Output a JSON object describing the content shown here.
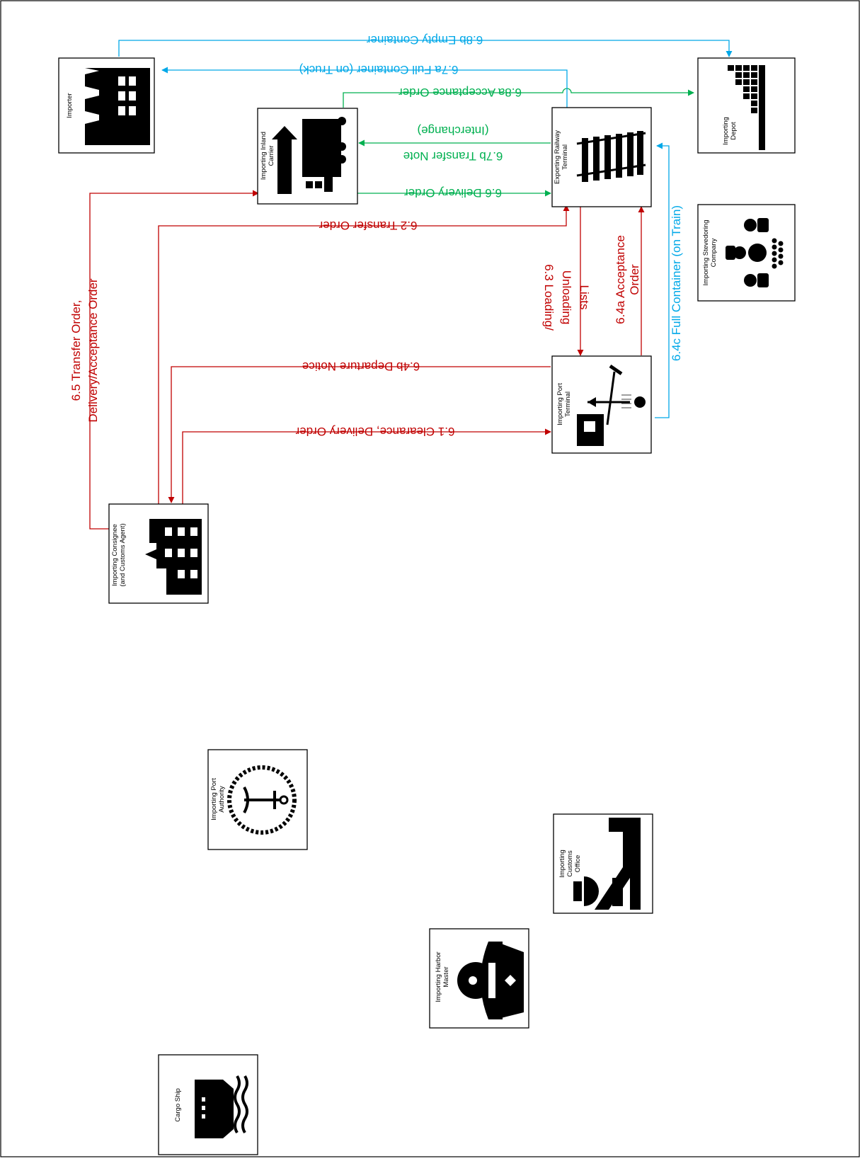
{
  "colors": {
    "red": "#c00000",
    "green": "#00b050",
    "blue": "#00a8e8",
    "ink": "#000000"
  },
  "nodes": {
    "importer": {
      "label": "Importer",
      "icon": "factory-icon"
    },
    "importing_depot": {
      "label": "Importing Depot",
      "icon": "container-stack-icon"
    },
    "importing_inland_carrier": {
      "label": "Importing Inland Carrier",
      "icon": "truck-icon"
    },
    "exporting_railway_terminal": {
      "label": "Exporting Railway Terminal",
      "icon": "railway-track-icon"
    },
    "importing_stevedoring_company": {
      "label": "Importing Stevedoring Company",
      "icon": "people-group-icon"
    },
    "importing_port_terminal": {
      "label": "Importing Port Terminal",
      "icon": "port-crane-icon"
    },
    "importing_consignee": {
      "label": "Importing Consignee (and Customs Agent)",
      "icon": "office-building-icon"
    },
    "importing_port_authority": {
      "label": "Importing Port Authority",
      "icon": "anchor-wreath-icon"
    },
    "importing_customs_office": {
      "label": "Importing Customs Office",
      "icon": "customs-officer-icon"
    },
    "importing_harbor_master": {
      "label": "Importing Harbor Master",
      "icon": "captain-icon"
    },
    "cargo_ship": {
      "label": "Cargo Ship",
      "icon": "ship-icon"
    }
  },
  "flows": {
    "f6_1": "6.1 Clearance, Delivery Order",
    "f6_2": "6.2 Transfer Order",
    "f6_3a": "6.3 Loading/",
    "f6_3b": "Unloading",
    "f6_3c": "Lists",
    "f6_4a_1": "6.4a Acceptance",
    "f6_4a_2": "Order",
    "f6_4b": "6.4b Departure Notice",
    "f6_4c": "6.4c Full Container (on Train)",
    "f6_5a": "6.5 Transfer Order,",
    "f6_5b": "Delivery/Acceptance Order",
    "f6_6": "6.6 Delivery Order",
    "f6_7a": "6.7a Full Container (on Truck)",
    "f6_7b_1": "6.7b Transfer Note",
    "f6_7b_2": "(Interchange)",
    "f6_8a": "6.8a Acceptance Order",
    "f6_8b": "6.8b Empty Container"
  }
}
